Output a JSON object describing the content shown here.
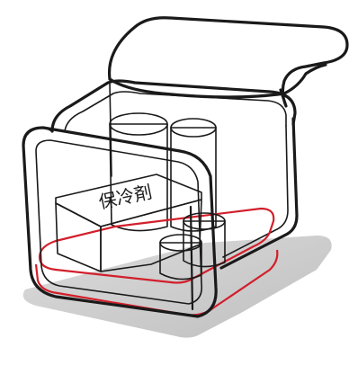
{
  "label": {
    "text": "保冷剤"
  },
  "colors": {
    "outline": "#1a1a1a",
    "highlight_outline": "#d21f2b",
    "shadow": "#c9c9c9",
    "background": "#ffffff"
  },
  "components": [
    "cooler-bag",
    "bag-flap",
    "ice-pack",
    "tall-cylinder",
    "short-cylinder",
    "red-bottom-outline",
    "floor-shadow"
  ]
}
